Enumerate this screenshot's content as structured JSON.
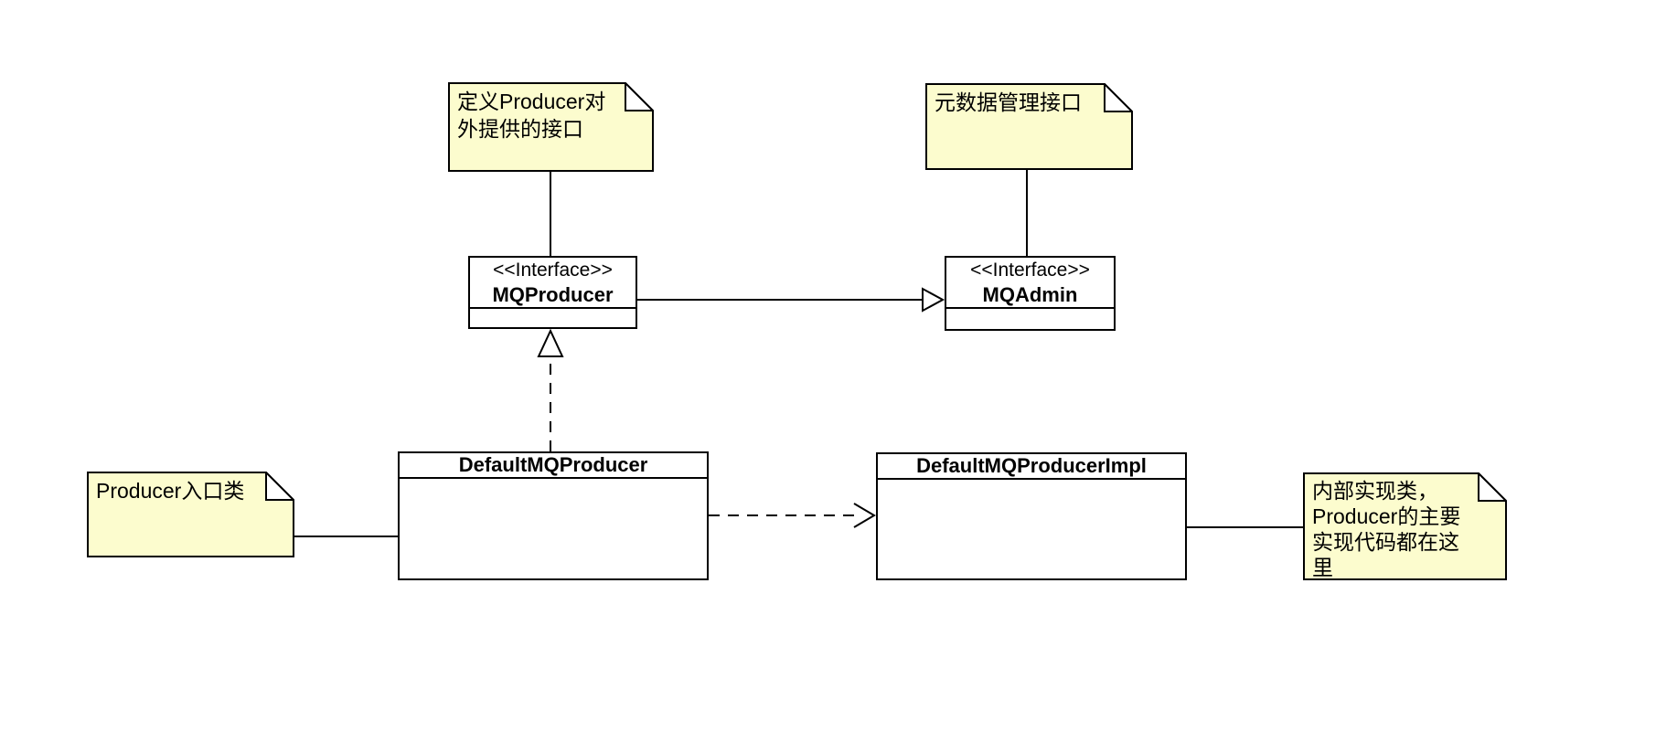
{
  "diagram": {
    "type": "uml-class-diagram",
    "colors": {
      "background": "#FFFFFF",
      "note_fill": "#FCFCCE",
      "line": "#000000",
      "box_fill": "#FFFFFF"
    },
    "notes": {
      "producer_interface": "定义Producer对\n外提供的接口",
      "metadata": "元数据管理接口",
      "entry": "Producer入口类",
      "impl": "内部实现类，\nProducer的主要\n实现代码都在这\n里"
    },
    "interfaces": {
      "mqproducer": {
        "stereotype": "<<Interface>>",
        "name": "MQProducer"
      },
      "mqadmin": {
        "stereotype": "<<Interface>>",
        "name": "MQAdmin"
      }
    },
    "classes": {
      "default_mq_producer": {
        "name": "DefaultMQProducer"
      },
      "default_mq_producer_impl": {
        "name": "DefaultMQProducerImpl"
      }
    },
    "relationships": [
      {
        "from": "MQProducer",
        "to": "MQAdmin",
        "type": "generalization",
        "line": "solid",
        "arrow": "hollow-triangle"
      },
      {
        "from": "DefaultMQProducer",
        "to": "MQProducer",
        "type": "realization",
        "line": "dashed",
        "arrow": "hollow-triangle"
      },
      {
        "from": "DefaultMQProducer",
        "to": "DefaultMQProducerImpl",
        "type": "dependency",
        "line": "dashed",
        "arrow": "open"
      },
      {
        "from": "note:定义Producer对外提供的接口",
        "to": "MQProducer",
        "type": "note-anchor",
        "line": "solid",
        "arrow": "none"
      },
      {
        "from": "note:元数据管理接口",
        "to": "MQAdmin",
        "type": "note-anchor",
        "line": "solid",
        "arrow": "none"
      },
      {
        "from": "note:Producer入口类",
        "to": "DefaultMQProducer",
        "type": "note-anchor",
        "line": "solid",
        "arrow": "none"
      },
      {
        "from": "DefaultMQProducerImpl",
        "to": "note:内部实现类，Producer的主要实现代码都在这里",
        "type": "note-anchor",
        "line": "solid",
        "arrow": "none"
      }
    ]
  }
}
